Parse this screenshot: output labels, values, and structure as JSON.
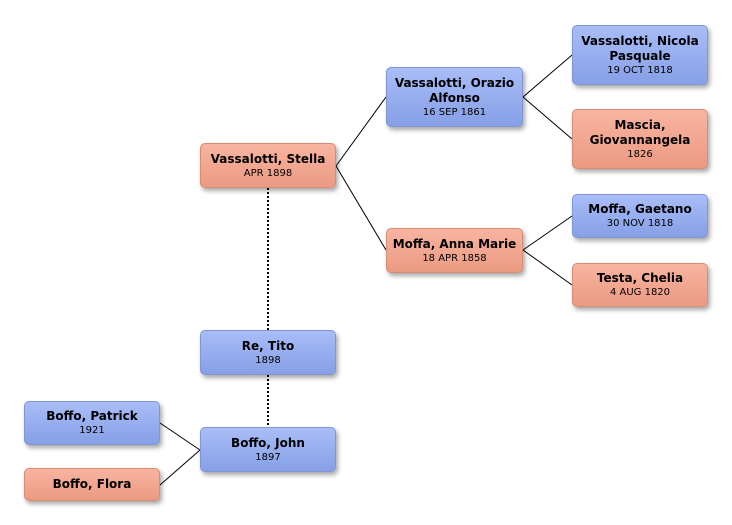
{
  "people": {
    "stella": {
      "name": "Vassalotti, Stella",
      "date": "APR 1898",
      "sex": "female"
    },
    "orazio": {
      "name": "Vassalotti, Orazio Alfonso",
      "date": "16 SEP 1861",
      "sex": "male"
    },
    "anna": {
      "name": "Moffa, Anna Marie",
      "date": "18 APR 1858",
      "sex": "female"
    },
    "nicola": {
      "name": "Vassalotti, Nicola Pasquale",
      "date": "19 OCT 1818",
      "sex": "male"
    },
    "giovannangela": {
      "name": "Mascia, Giovannangela",
      "date": "1826",
      "sex": "female"
    },
    "gaetano": {
      "name": "Moffa, Gaetano",
      "date": "30 NOV 1818",
      "sex": "male"
    },
    "chelia": {
      "name": "Testa, Chelia",
      "date": "4 AUG 1820",
      "sex": "female"
    },
    "tito": {
      "name": "Re, Tito",
      "date": "1898",
      "sex": "male"
    },
    "john": {
      "name": "Boffo, John",
      "date": "1897",
      "sex": "male"
    },
    "patrick": {
      "name": "Boffo, Patrick",
      "date": "1921",
      "sex": "male"
    },
    "flora": {
      "name": "Boffo, Flora",
      "date": "",
      "sex": "female"
    }
  },
  "colors": {
    "male": "#95acef",
    "female": "#f2a68f",
    "line": "#000000"
  }
}
